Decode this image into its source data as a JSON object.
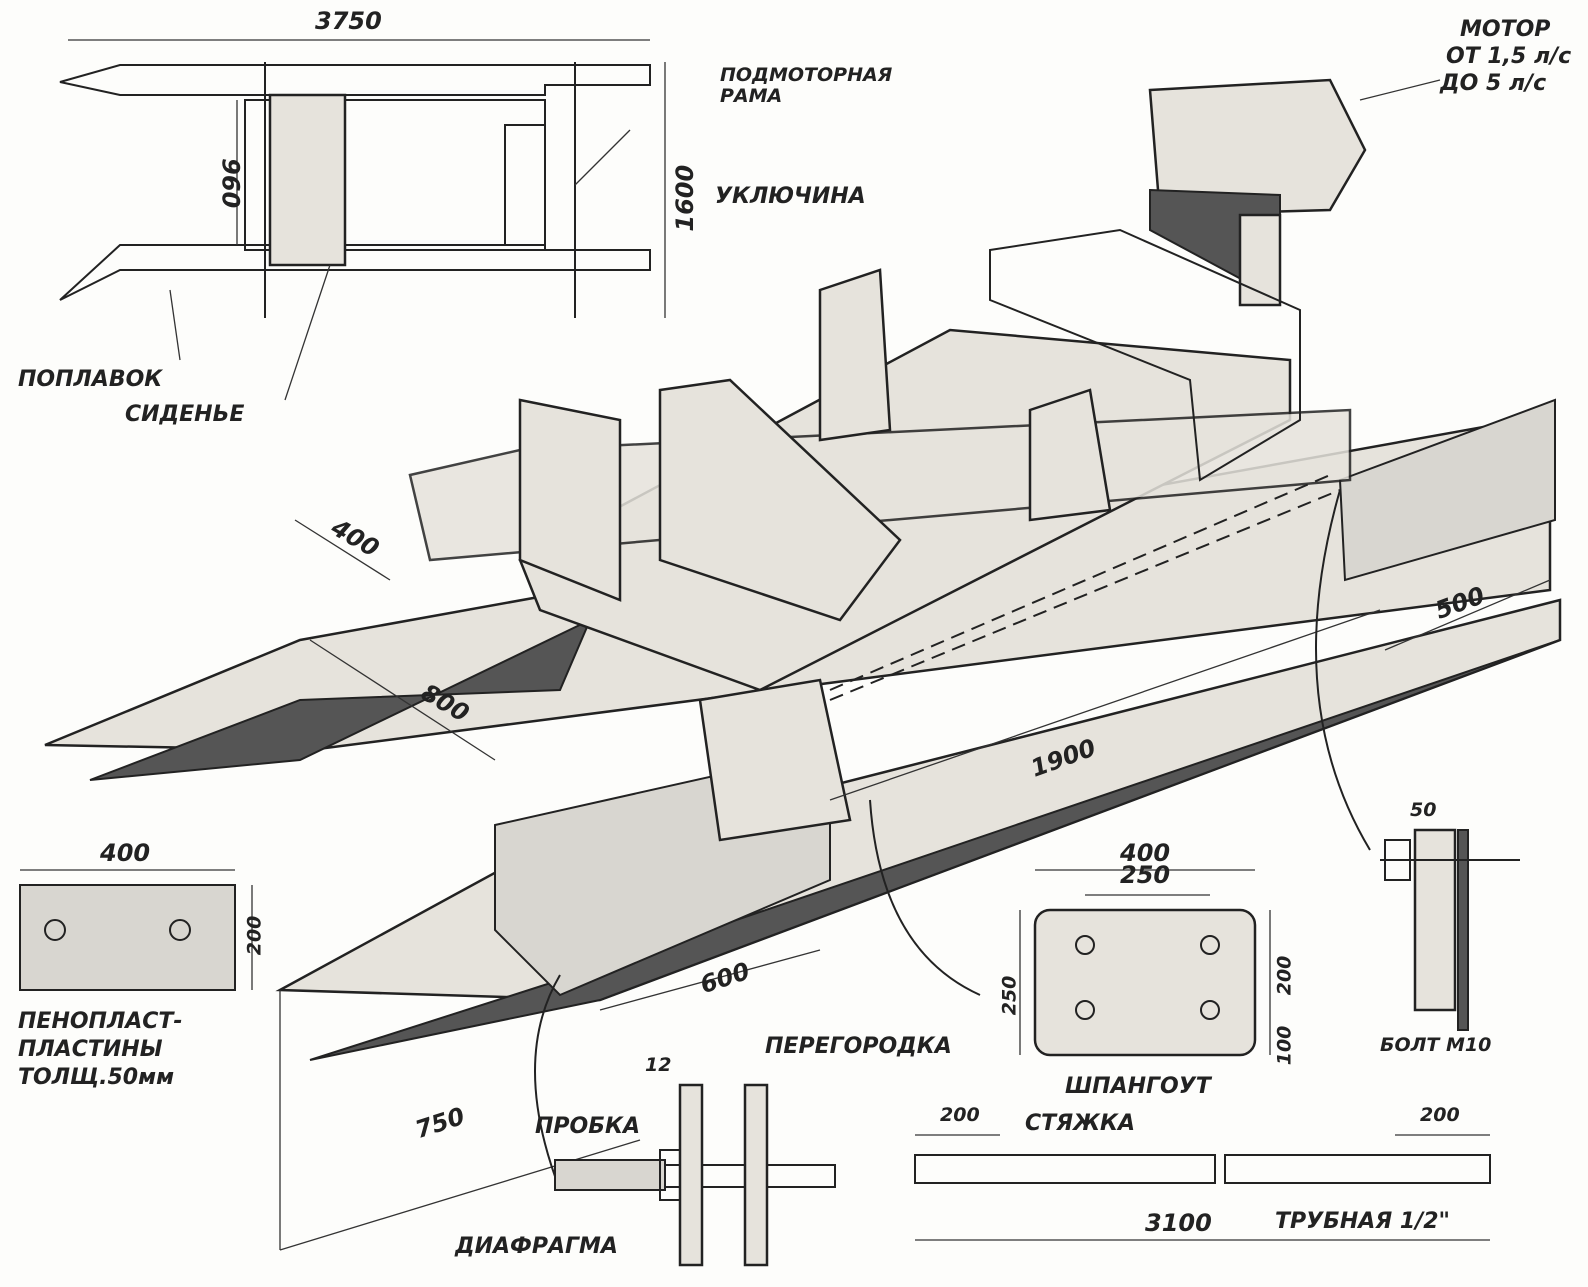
{
  "plan_view": {
    "length": "3750",
    "inner_width": "960",
    "overall_width": "1600",
    "motor_frame_label": "ПОДМОТОРНАЯ\nРАМА",
    "float_label": "ПОПЛАВОК",
    "seat_label": "СИДЕНЬЕ"
  },
  "motor": {
    "label_line1": "МОТОР",
    "label_line2": "ОТ 1,5 л/с",
    "label_line3": "ДО 5 л/с"
  },
  "oarlock_label": "УКЛЮЧИНА",
  "main_dims": {
    "bow_length": "400",
    "bow_to_frame": "800",
    "stern_block": "500",
    "middle_span": "1900",
    "foam_block": "600",
    "total": "750"
  },
  "bolt_detail": {
    "width": "50",
    "label": "БОЛТ М10"
  },
  "frame_detail": {
    "width": "400",
    "hole_spacing": "250",
    "hole_vertical": "200",
    "bottom_offset": "100",
    "height": "250",
    "label": "ШПАНГОУТ"
  },
  "foam_plate": {
    "width": "400",
    "height": "200",
    "label_line1": "ПЕНОПЛАСТ-",
    "label_line2": "ПЛАСТИНЫ",
    "label_line3": "ТОЛЩ.50мм"
  },
  "diaphragm_detail": {
    "thickness": "12",
    "partition_label": "ПЕРЕГОРОДКА",
    "plug_label": "ПРОБКА",
    "diaphragm_label": "ДИАФРАГМА"
  },
  "tie_rod": {
    "left_end": "200",
    "right_end": "200",
    "label": "СТЯЖКА",
    "length": "3100",
    "pipe_label": "ТРУБНАЯ 1/2\""
  }
}
